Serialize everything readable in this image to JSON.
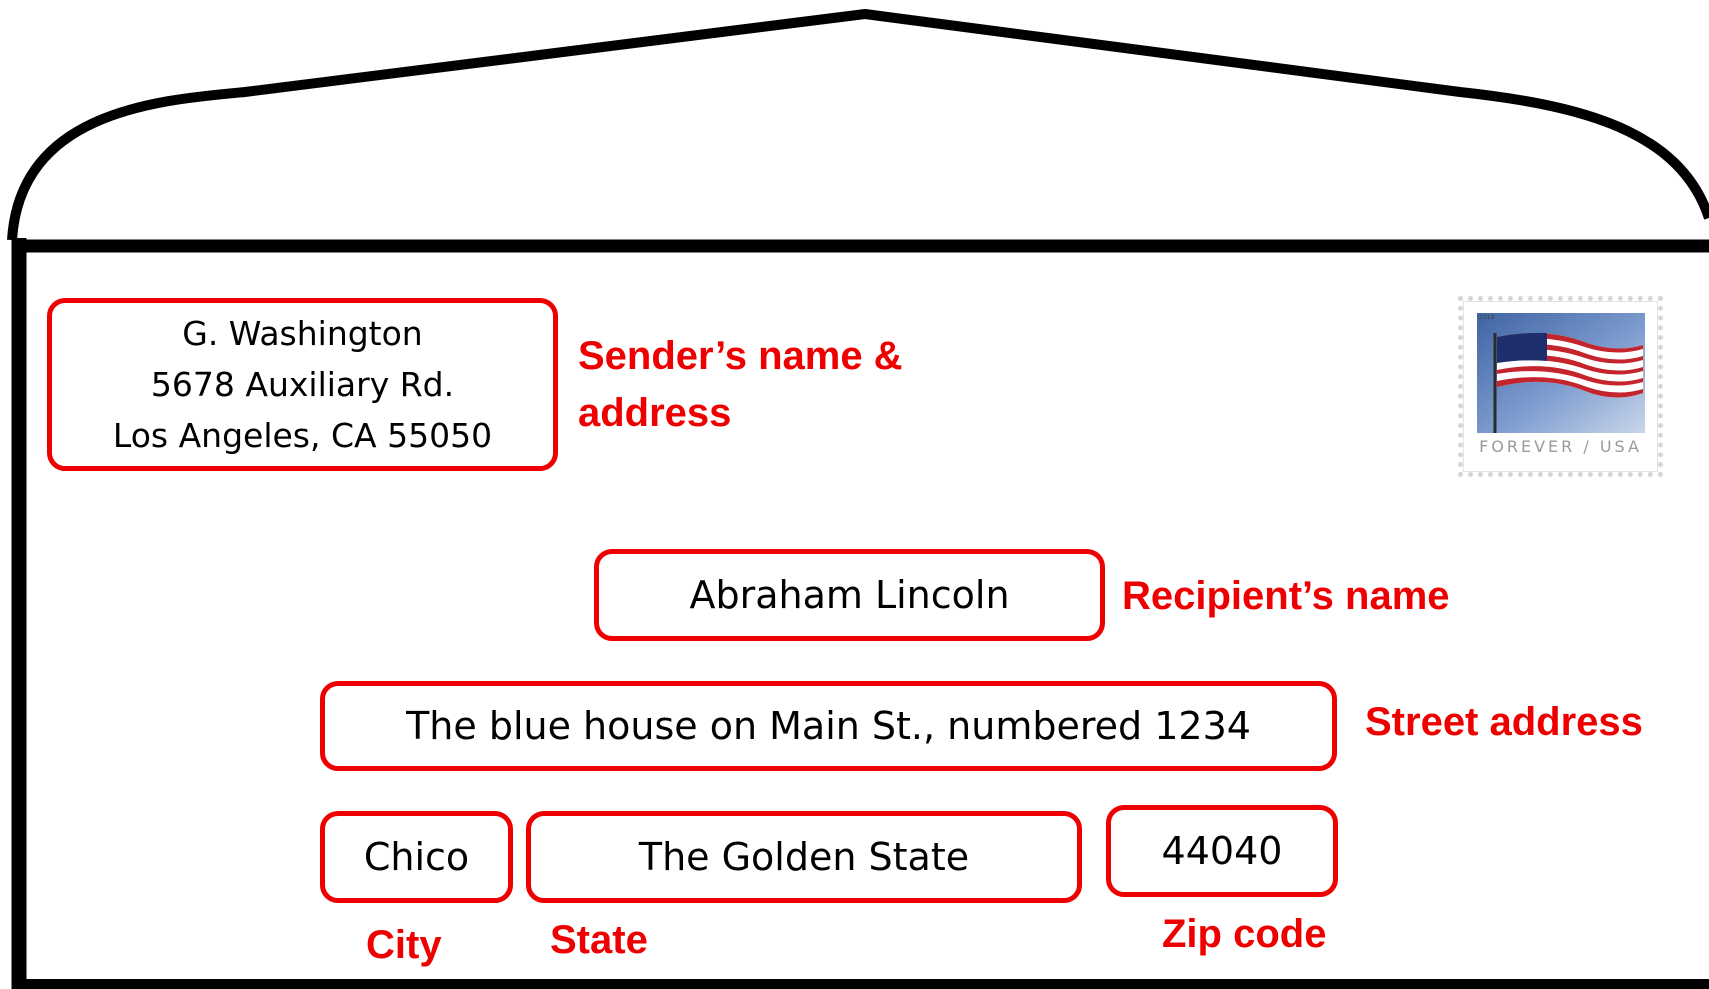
{
  "colors": {
    "accent": "#ee0000",
    "outline": "#000000",
    "background": "#ffffff",
    "stamp_sky": "#5b7fb8",
    "stamp_flag_blue": "#1f2f6e",
    "stamp_flag_red": "#c4242c"
  },
  "sender": {
    "lines": [
      "G. Washington",
      "5678 Auxiliary Rd.",
      "Los Angeles, CA 55050"
    ],
    "label_lines": [
      "Sender’s name &",
      "address"
    ]
  },
  "recipient": {
    "name": "Abraham Lincoln",
    "label": "Recipient’s name"
  },
  "street": {
    "value": "The blue house on Main St., numbered 1234",
    "label": "Street address"
  },
  "city": {
    "value": "Chico",
    "label": "City"
  },
  "state": {
    "value": "The Golden State",
    "label": "State"
  },
  "zip": {
    "value": "44040",
    "label": "Zip code"
  },
  "stamp": {
    "icon": "us-flag-forever-stamp",
    "year": "2019",
    "text": "FOREVER / USA"
  }
}
